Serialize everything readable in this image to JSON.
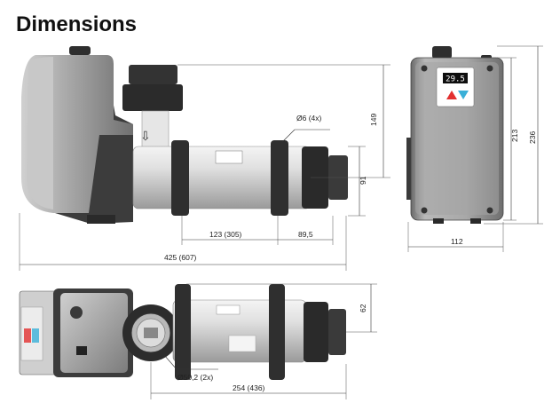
{
  "title": "Dimensions",
  "side_view": {
    "dim_149": "149",
    "dim_hole": "Ø6 (4x)",
    "dim_91": "91",
    "dim_123": "123 (305)",
    "dim_89": "89,5",
    "dim_425": "425 (607)"
  },
  "front_view": {
    "display_value": "29.5",
    "dim_213": "213",
    "dim_236": "236",
    "dim_112": "112"
  },
  "top_view": {
    "dim_62": "62",
    "dim_pipe": "Ø50,2 (2x)",
    "dim_254": "254 (436)"
  },
  "colors": {
    "housing_dark": "#3a3a3a",
    "housing_gray": "#8a8a8a",
    "body_light": "#dcdcdc",
    "display_blue": "#3ab0d8",
    "accent_red": "#e23030"
  }
}
